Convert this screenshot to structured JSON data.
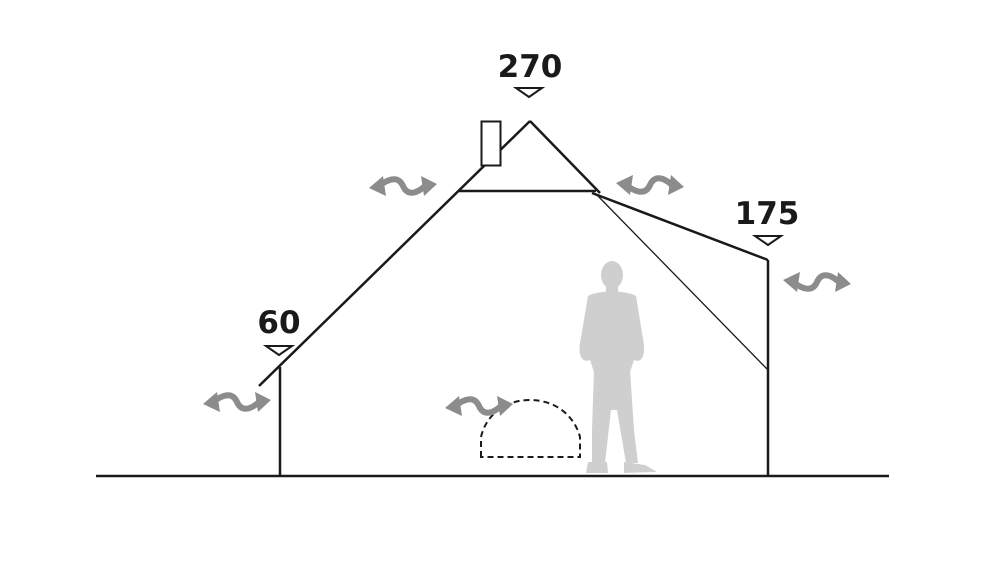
{
  "heights": {
    "peak": "270",
    "right_wall": "175",
    "left_wall": "60"
  },
  "colors": {
    "outline": "#1a1a1a",
    "arrow": "#8c8c8c",
    "person": "#cfcfcf"
  },
  "icons": {
    "vent_arrow": "double-headed-wavy-arrow",
    "person": "standing-person-silhouette",
    "height_marker": "down-pointing-triangle"
  }
}
